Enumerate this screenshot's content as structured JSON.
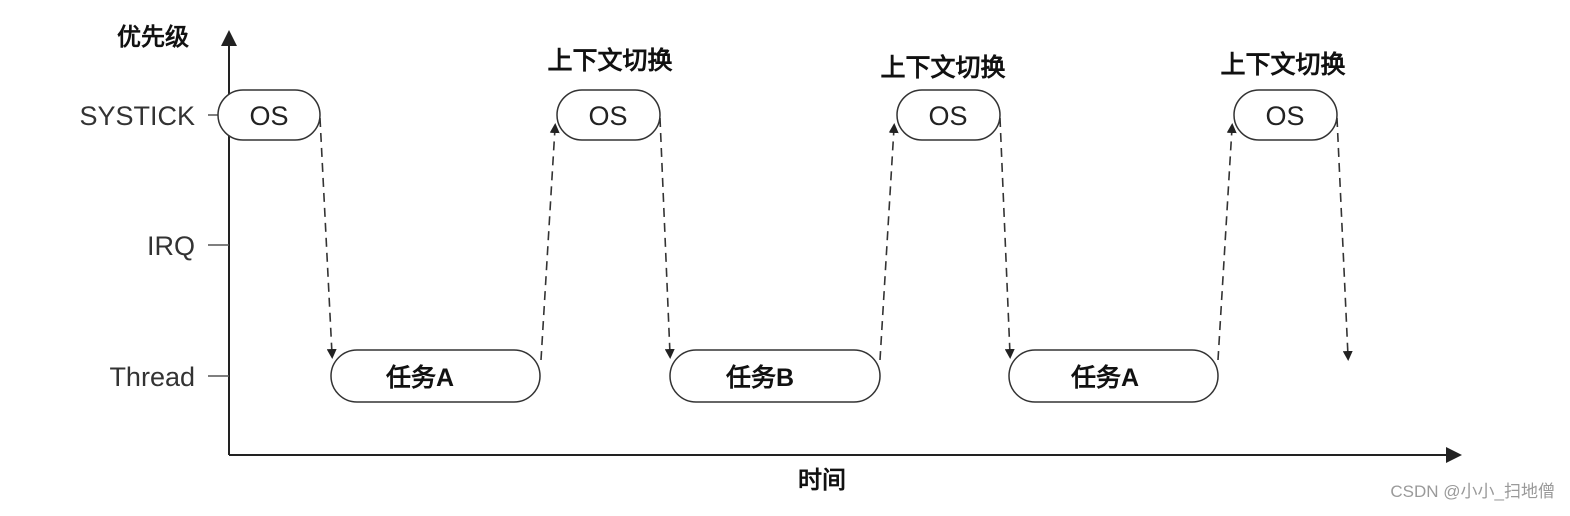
{
  "axis": {
    "y_label": "优先级",
    "x_label": "时间"
  },
  "levels": [
    "SYSTICK",
    "IRQ",
    "Thread"
  ],
  "os_label": "OS",
  "context_switch_label": "上下文切换",
  "tasks": [
    "任务A",
    "任务B",
    "任务A"
  ],
  "watermark": "CSDN @小小_扫地僧"
}
